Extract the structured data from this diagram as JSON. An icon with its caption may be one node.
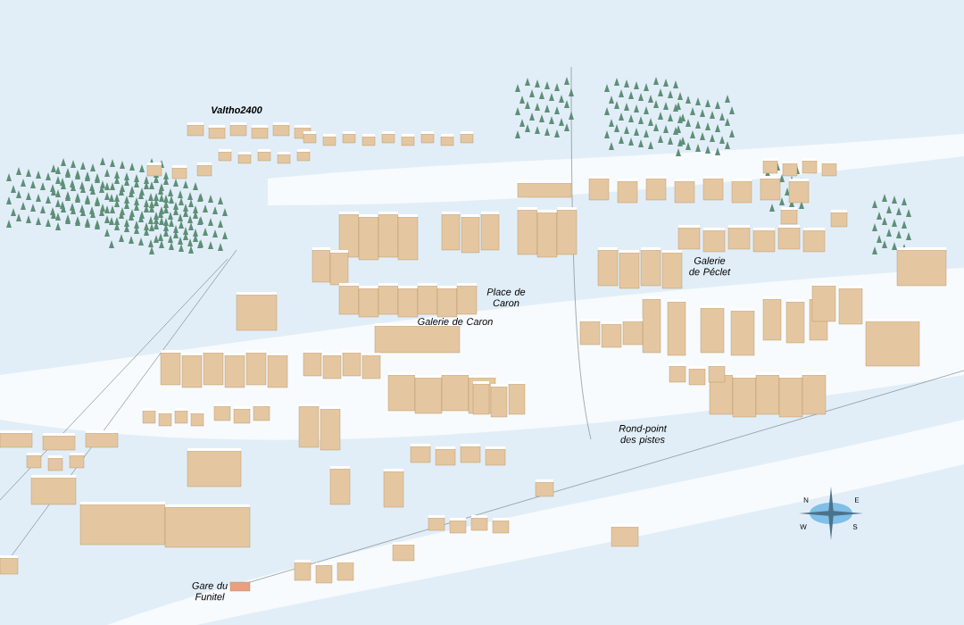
{
  "diagram": {
    "labels": [
      "Valtho2400",
      "Galerie de Péclet",
      "Place de Caron",
      "Galerie de Caron",
      "Rond-point des pistes",
      "Gare du Funitel",
      "N",
      "E",
      "W",
      "S"
    ]
  }
}
